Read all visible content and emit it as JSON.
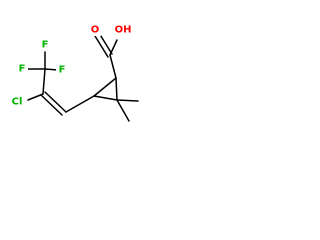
{
  "molecule": {
    "atoms": {
      "o_carbonyl": "O",
      "oh": "OH",
      "f_top": "F",
      "f_left": "F",
      "f_bottom": "F",
      "cl": "Cl"
    }
  },
  "colors": {
    "bond": "#000000",
    "oxygen": "#ff0000",
    "fluorine": "#00b400",
    "chlorine": "#00b400"
  }
}
